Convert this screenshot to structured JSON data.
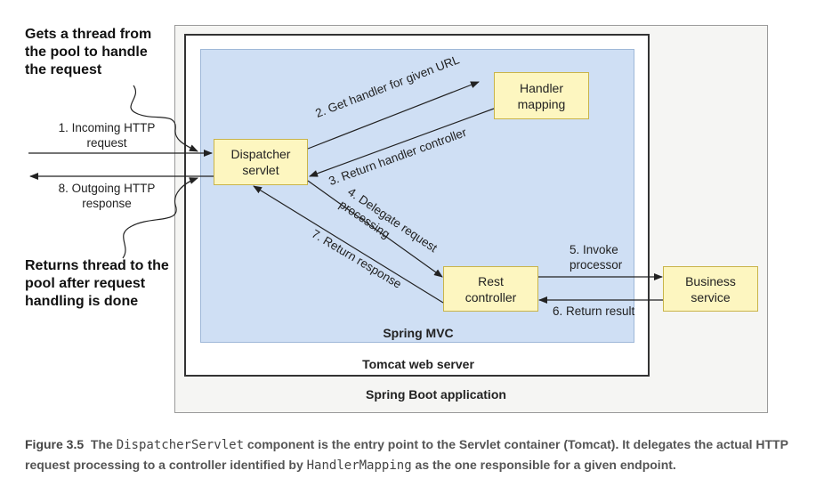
{
  "containers": {
    "spring_boot": "Spring Boot application",
    "tomcat": "Tomcat web server",
    "spring_mvc": "Spring MVC"
  },
  "nodes": {
    "dispatcher": "Dispatcher\nservlet",
    "handler_mapping": "Handler\nmapping",
    "rest_controller": "Rest\ncontroller",
    "business_service": "Business\nservice"
  },
  "arrows": {
    "a1": "1. Incoming HTTP\nrequest",
    "a2": "2. Get handler for given URL",
    "a3": "3. Return handler controller",
    "a4": "4. Delegate request\nprocessing",
    "a5": "5. Invoke\nprocessor",
    "a6": "6. Return result",
    "a7": "7. Return response",
    "a8": "8. Outgoing HTTP\nresponse"
  },
  "notes": {
    "top": "Gets a thread from\nthe pool to handle\nthe request",
    "bottom": "Returns thread to the\npool after request\nhandling is done"
  },
  "caption": {
    "figure": "Figure 3.5",
    "t1": "The ",
    "code1": "DispatcherServlet",
    "t2": " component is the entry point to the Servlet container (Tomcat). It delegates the actual HTTP request processing to a controller identified by ",
    "code2": "HandlerMapping",
    "t3": " as the one responsible for a given endpoint."
  },
  "colors": {
    "spring_boot_bg": "#f5f5f3",
    "spring_mvc_bg": "#cfdff4",
    "node_bg": "#fdf6c0",
    "node_border": "#c9b44a"
  }
}
